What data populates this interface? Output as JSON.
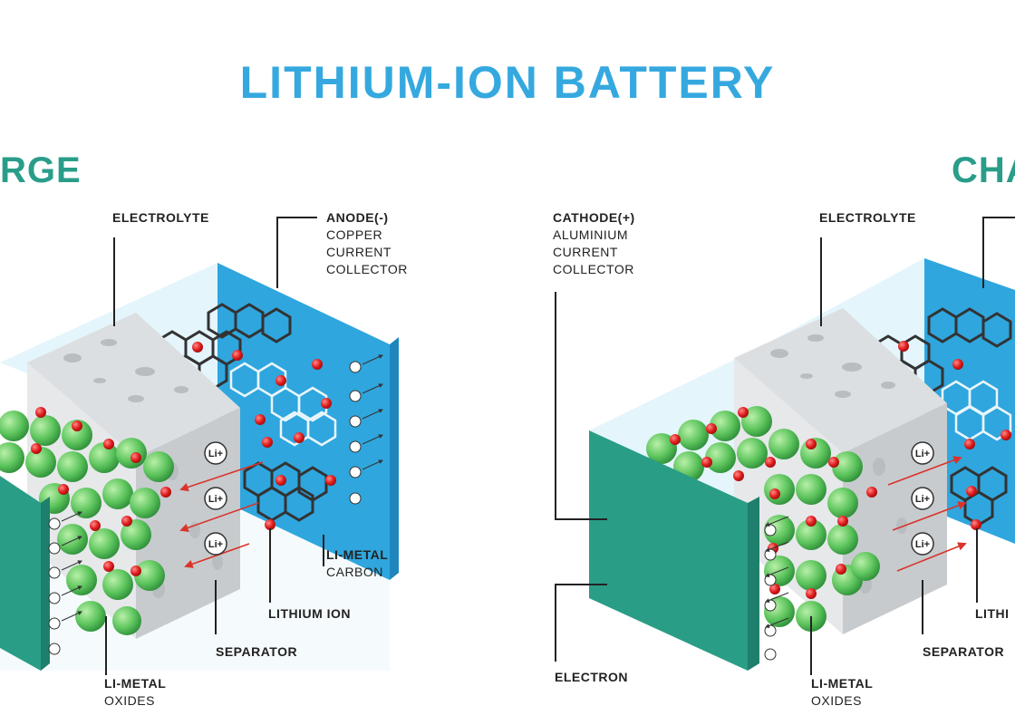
{
  "title": "LITHIUM-ION BATTERY",
  "sections": {
    "left": {
      "title": "RGE"
    },
    "right": {
      "title": "CHA"
    }
  },
  "labels": {
    "left_electrolyte": "ELECTROLYTE",
    "left_anode_head": "ANODE(-)",
    "left_anode_line1": "COPPER",
    "left_anode_line2": "CURRENT",
    "left_anode_line3": "COLLECTOR",
    "left_limetal_carbon_head": "LI-METAL",
    "left_limetal_carbon_sub": "CARBON",
    "left_lithium_ion": "LITHIUM ION",
    "left_separator": "SEPARATOR",
    "left_limetal_oxides_head": "LI-METAL",
    "left_limetal_oxides_sub": "OXIDES",
    "right_cathode_head": "CATHODE(+)",
    "right_cathode_line1": "ALUMINIUM",
    "right_cathode_line2": "CURRENT",
    "right_cathode_line3": "COLLECTOR",
    "right_electrolyte": "ELECTROLYTE",
    "right_electron": "ELECTRON",
    "right_limetal_oxides_head": "LI-METAL",
    "right_limetal_oxides_sub": "OXIDES",
    "right_separator": "SEPARATOR",
    "right_lithium_ion": "LITHI"
  },
  "badges": {
    "li": "Li+",
    "electron": "−"
  },
  "colors": {
    "title": "#35a9df",
    "section_title": "#2a9d8a",
    "cathode_plate": "#2a9d86",
    "cathode_plate_dark": "#1e7f6c",
    "anode_plate": "#2fa6de",
    "anode_plate_dark": "#1f86bd",
    "separator": "#cfd3d6",
    "separator_dark": "#aeb3b7",
    "electrolyte": "#d9f1fb",
    "lithium_ion": "#e01b1b",
    "oxide_sphere": "#5cc45c",
    "carbon_line": "#333333",
    "arrow": "#d9342b"
  }
}
